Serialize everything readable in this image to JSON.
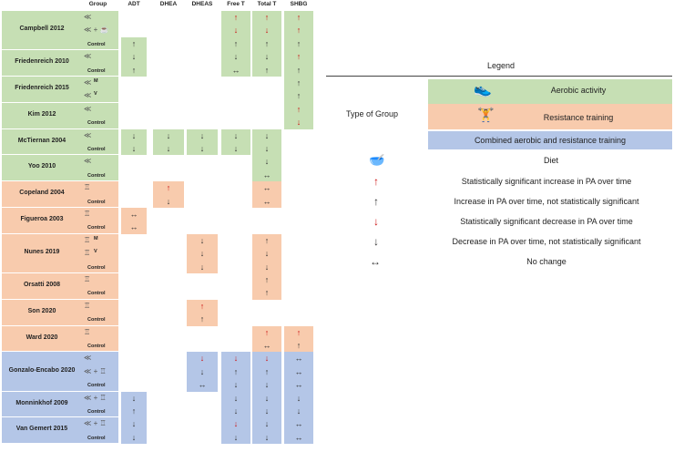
{
  "colors": {
    "aerobic": "#c6dfb4",
    "resistance": "#f8cbad",
    "combined": "#b4c6e7",
    "red": "#cc1111",
    "black": "#333333"
  },
  "headers": [
    "Group",
    "ADT",
    "DHEA",
    "DHEAS",
    "Free T",
    "Total T",
    "SHBG"
  ],
  "studies": [
    {
      "name": "Campbell 2012",
      "type": "aerobic"
    },
    {
      "name": "Friedenreich 2010",
      "type": "aerobic"
    },
    {
      "name": "Friedenreich 2015",
      "type": "aerobic"
    },
    {
      "name": "Kim 2012",
      "type": "aerobic"
    },
    {
      "name": "McTiernan 2004",
      "type": "aerobic"
    },
    {
      "name": "Yoo 2010",
      "type": "aerobic"
    },
    {
      "name": "Copeland 2004",
      "type": "resistance"
    },
    {
      "name": "Figueroa 2003",
      "type": "resistance"
    },
    {
      "name": "Nunes 2019",
      "type": "resistance"
    },
    {
      "name": "Orsatti 2008",
      "type": "resistance"
    },
    {
      "name": "Son 2020",
      "type": "resistance"
    },
    {
      "name": "Ward 2020",
      "type": "resistance"
    },
    {
      "name": "Gonzalo-Encabo 2020",
      "type": "combined"
    },
    {
      "name": "Monninkhof 2009",
      "type": "combined"
    },
    {
      "name": "Van Gemert 2015",
      "type": "combined"
    }
  ],
  "group_rows": [
    {
      "icon": "run",
      "label": ""
    },
    {
      "icon": "run+diet",
      "label": ""
    },
    {
      "icon": "",
      "label": "Control"
    },
    {
      "icon": "run",
      "label": ""
    },
    {
      "icon": "",
      "label": "Control"
    },
    {
      "icon": "run",
      "label": "M"
    },
    {
      "icon": "run",
      "label": "V"
    },
    {
      "icon": "run",
      "label": ""
    },
    {
      "icon": "",
      "label": "Control"
    },
    {
      "icon": "run",
      "label": ""
    },
    {
      "icon": "",
      "label": "Control"
    },
    {
      "icon": "run",
      "label": ""
    },
    {
      "icon": "",
      "label": "Control"
    },
    {
      "icon": "lift",
      "label": ""
    },
    {
      "icon": "",
      "label": "Control"
    },
    {
      "icon": "lift",
      "label": ""
    },
    {
      "icon": "",
      "label": "Control"
    },
    {
      "icon": "lift",
      "label": "M"
    },
    {
      "icon": "lift",
      "label": "V"
    },
    {
      "icon": "",
      "label": "Control"
    },
    {
      "icon": "lift",
      "label": ""
    },
    {
      "icon": "",
      "label": "Control"
    },
    {
      "icon": "lift",
      "label": ""
    },
    {
      "icon": "",
      "label": "Control"
    },
    {
      "icon": "lift",
      "label": ""
    },
    {
      "icon": "",
      "label": "Control"
    },
    {
      "icon": "run",
      "label": ""
    },
    {
      "icon": "run+lift",
      "label": ""
    },
    {
      "icon": "",
      "label": "Control"
    },
    {
      "icon": "run+lift",
      "label": ""
    },
    {
      "icon": "",
      "label": "Control"
    },
    {
      "icon": "run+lift",
      "label": ""
    },
    {
      "icon": "",
      "label": "Control"
    }
  ],
  "cells": [
    [
      "",
      "",
      "",
      "rup",
      "rup",
      "rup"
    ],
    [
      "",
      "",
      "",
      "rdown",
      "rdown",
      "rup"
    ],
    [
      "up",
      "",
      "",
      "up",
      "up",
      "up"
    ],
    [
      "down",
      "",
      "",
      "down",
      "down",
      "rup"
    ],
    [
      "up",
      "",
      "",
      "lr",
      "up",
      "up"
    ],
    [
      "",
      "",
      "",
      "",
      "",
      "up"
    ],
    [
      "",
      "",
      "",
      "",
      "",
      "up"
    ],
    [
      "",
      "",
      "",
      "",
      "",
      "rup"
    ],
    [
      "",
      "",
      "",
      "",
      "",
      "rdown"
    ],
    [
      "down",
      "down",
      "down",
      "down",
      "down",
      ""
    ],
    [
      "down",
      "down",
      "down",
      "down",
      "down",
      ""
    ],
    [
      "",
      "",
      "",
      "",
      "down",
      ""
    ],
    [
      "",
      "",
      "",
      "",
      "lr",
      ""
    ],
    [
      "",
      "rup",
      "",
      "",
      "lr",
      ""
    ],
    [
      "",
      "down",
      "",
      "",
      "lr",
      ""
    ],
    [
      "lr",
      "",
      "",
      "",
      "",
      ""
    ],
    [
      "lr",
      "",
      "",
      "",
      "",
      ""
    ],
    [
      "",
      "",
      "down",
      "",
      "up",
      ""
    ],
    [
      "",
      "",
      "down",
      "",
      "down",
      ""
    ],
    [
      "",
      "",
      "down",
      "",
      "down",
      ""
    ],
    [
      "",
      "",
      "",
      "",
      "up",
      ""
    ],
    [
      "",
      "",
      "",
      "",
      "up",
      ""
    ],
    [
      "",
      "",
      "rup",
      "",
      "",
      ""
    ],
    [
      "",
      "",
      "up",
      "",
      "",
      ""
    ],
    [
      "",
      "",
      "",
      "",
      "rup",
      "rup"
    ],
    [
      "",
      "",
      "",
      "",
      "lr",
      "up"
    ],
    [
      "",
      "",
      "rdown",
      "rdown",
      "rdown",
      "lr"
    ],
    [
      "",
      "",
      "down",
      "up",
      "up",
      "lr"
    ],
    [
      "",
      "",
      "lr",
      "down",
      "down",
      "lr"
    ],
    [
      "down",
      "",
      "",
      "down",
      "down",
      "down"
    ],
    [
      "up",
      "",
      "",
      "down",
      "down",
      "down"
    ],
    [
      "down",
      "",
      "",
      "rdown",
      "down",
      "lr"
    ],
    [
      "down",
      "",
      "",
      "down",
      "down",
      "lr"
    ]
  ],
  "legend": {
    "title": "Legend",
    "type_of_group": "Type of Group",
    "aerobic": "Aerobic activity",
    "resistance": "Resistance training",
    "combined": "Combined aerobic and resistance training",
    "diet": "Diet",
    "sig_increase": "Statistically significant increase in PA over time",
    "increase": "Increase in PA over time, not statistically significant",
    "sig_decrease": "Statistically significant decrease in PA over time",
    "decrease": "Decrease in PA over time, not statistically significant",
    "no_change": "No change"
  }
}
